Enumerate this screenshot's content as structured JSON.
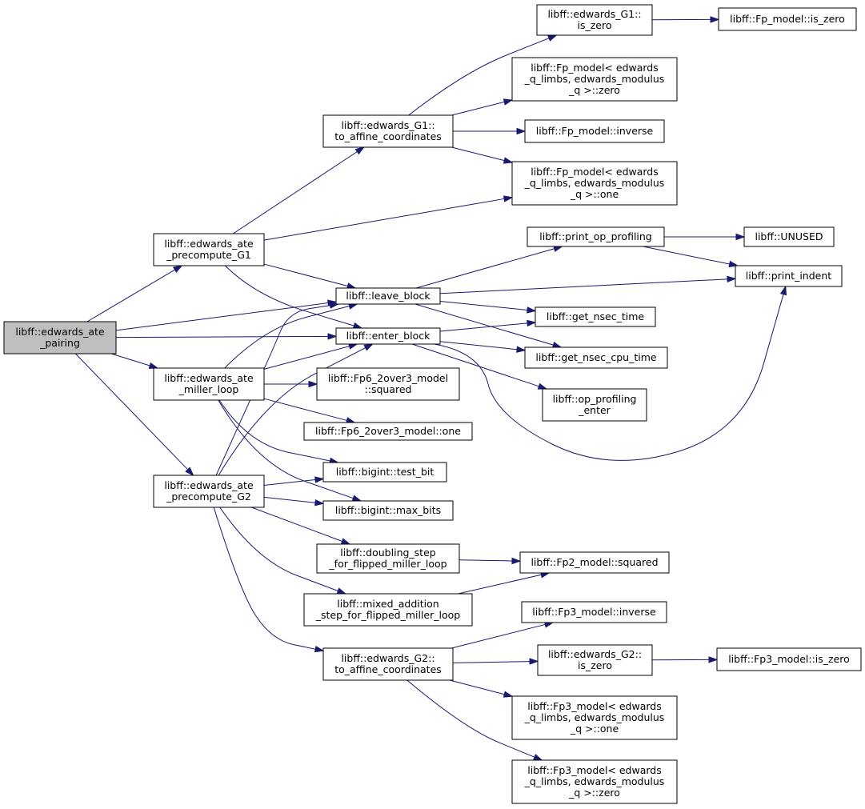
{
  "graph": {
    "edge_color": "#191970",
    "root_fill": "#bfbfbf",
    "nodes": [
      {
        "id": "root",
        "lines": [
          "libff::edwards_ate",
          "_pairing"
        ],
        "root": true
      },
      {
        "id": "g1pre",
        "lines": [
          "libff::edwards_ate",
          "_precompute_G1"
        ]
      },
      {
        "id": "miller",
        "lines": [
          "libff::edwards_ate",
          "_miller_loop"
        ]
      },
      {
        "id": "g2pre",
        "lines": [
          "libff::edwards_ate",
          "_precompute_G2"
        ]
      },
      {
        "id": "g1aff",
        "lines": [
          "libff::edwards_G1::",
          "to_affine_coordinates"
        ]
      },
      {
        "id": "leave",
        "lines": [
          "libff::leave_block"
        ]
      },
      {
        "id": "enter",
        "lines": [
          "libff::enter_block"
        ]
      },
      {
        "id": "fp6sq",
        "lines": [
          "libff::Fp6_2over3_model",
          "::squared"
        ]
      },
      {
        "id": "fp6one",
        "lines": [
          "libff::Fp6_2over3_model::one"
        ]
      },
      {
        "id": "testbit",
        "lines": [
          "libff::bigint::test_bit"
        ]
      },
      {
        "id": "maxbits",
        "lines": [
          "libff::bigint::max_bits"
        ]
      },
      {
        "id": "dbl",
        "lines": [
          "libff::doubling_step",
          "_for_flipped_miller_loop"
        ]
      },
      {
        "id": "mix",
        "lines": [
          "libff::mixed_addition",
          "_step_for_flipped_miller_loop"
        ]
      },
      {
        "id": "g2aff",
        "lines": [
          "libff::edwards_G2::",
          "to_affine_coordinates"
        ]
      },
      {
        "id": "g1zero",
        "lines": [
          "libff::edwards_G1::",
          "is_zero"
        ]
      },
      {
        "id": "fpzero",
        "lines": [
          "libff::Fp_model< edwards",
          "_q_limbs, edwards_modulus",
          "_q >::zero"
        ]
      },
      {
        "id": "fpinv",
        "lines": [
          "libff::Fp_model::inverse"
        ]
      },
      {
        "id": "fpone",
        "lines": [
          "libff::Fp_model< edwards",
          "_q_limbs, edwards_modulus",
          "_q >::one"
        ]
      },
      {
        "id": "printop",
        "lines": [
          "libff::print_op_profiling"
        ]
      },
      {
        "id": "nsec",
        "lines": [
          "libff::get_nsec_time"
        ]
      },
      {
        "id": "nseccpu",
        "lines": [
          "libff::get_nsec_cpu_time"
        ]
      },
      {
        "id": "openter",
        "lines": [
          "libff::op_profiling",
          "_enter"
        ]
      },
      {
        "id": "fp2sq",
        "lines": [
          "libff::Fp2_model::squared"
        ]
      },
      {
        "id": "fp3inv",
        "lines": [
          "libff::Fp3_model::inverse"
        ]
      },
      {
        "id": "g2zero",
        "lines": [
          "libff::edwards_G2::",
          "is_zero"
        ]
      },
      {
        "id": "fp3one",
        "lines": [
          "libff::Fp3_model< edwards",
          "_q_limbs, edwards_modulus",
          "_q >::one"
        ]
      },
      {
        "id": "fp3zero",
        "lines": [
          "libff::Fp3_model< edwards",
          "_q_limbs, edwards_modulus",
          "_q >::zero"
        ]
      },
      {
        "id": "fpiszero",
        "lines": [
          "libff::Fp_model::is_zero"
        ]
      },
      {
        "id": "unused",
        "lines": [
          "libff::UNUSED"
        ]
      },
      {
        "id": "indent",
        "lines": [
          "libff::print_indent"
        ]
      },
      {
        "id": "fp3iszero",
        "lines": [
          "libff::Fp3_model::is_zero"
        ]
      }
    ],
    "edges": [
      {
        "from": "root",
        "to": "g1pre"
      },
      {
        "from": "root",
        "to": "leave"
      },
      {
        "from": "root",
        "to": "enter"
      },
      {
        "from": "root",
        "to": "miller"
      },
      {
        "from": "root",
        "to": "g2pre"
      },
      {
        "from": "g1pre",
        "to": "g1aff"
      },
      {
        "from": "g1pre",
        "to": "fpone"
      },
      {
        "from": "g1pre",
        "to": "leave"
      },
      {
        "from": "g1pre",
        "to": "enter"
      },
      {
        "from": "g1aff",
        "to": "g1zero"
      },
      {
        "from": "g1aff",
        "to": "fpzero"
      },
      {
        "from": "g1aff",
        "to": "fpinv"
      },
      {
        "from": "g1aff",
        "to": "fpone"
      },
      {
        "from": "g1zero",
        "to": "fpiszero"
      },
      {
        "from": "leave",
        "to": "printop"
      },
      {
        "from": "leave",
        "to": "indent"
      },
      {
        "from": "leave",
        "to": "nsec"
      },
      {
        "from": "leave",
        "to": "nseccpu"
      },
      {
        "from": "printop",
        "to": "unused"
      },
      {
        "from": "printop",
        "to": "indent"
      },
      {
        "from": "enter",
        "to": "nsec"
      },
      {
        "from": "enter",
        "to": "nseccpu"
      },
      {
        "from": "enter",
        "to": "openter"
      },
      {
        "from": "enter",
        "to": "indent"
      },
      {
        "from": "miller",
        "to": "leave"
      },
      {
        "from": "miller",
        "to": "enter"
      },
      {
        "from": "miller",
        "to": "fp6sq"
      },
      {
        "from": "miller",
        "to": "fp6one"
      },
      {
        "from": "miller",
        "to": "testbit"
      },
      {
        "from": "miller",
        "to": "maxbits"
      },
      {
        "from": "g2pre",
        "to": "leave"
      },
      {
        "from": "g2pre",
        "to": "enter"
      },
      {
        "from": "g2pre",
        "to": "testbit"
      },
      {
        "from": "g2pre",
        "to": "maxbits"
      },
      {
        "from": "g2pre",
        "to": "dbl"
      },
      {
        "from": "g2pre",
        "to": "mix"
      },
      {
        "from": "g2pre",
        "to": "g2aff"
      },
      {
        "from": "dbl",
        "to": "fp2sq"
      },
      {
        "from": "mix",
        "to": "fp2sq"
      },
      {
        "from": "g2aff",
        "to": "fp3inv"
      },
      {
        "from": "g2aff",
        "to": "g2zero"
      },
      {
        "from": "g2aff",
        "to": "fp3one"
      },
      {
        "from": "g2aff",
        "to": "fp3zero"
      },
      {
        "from": "g2zero",
        "to": "fp3iszero"
      }
    ]
  }
}
